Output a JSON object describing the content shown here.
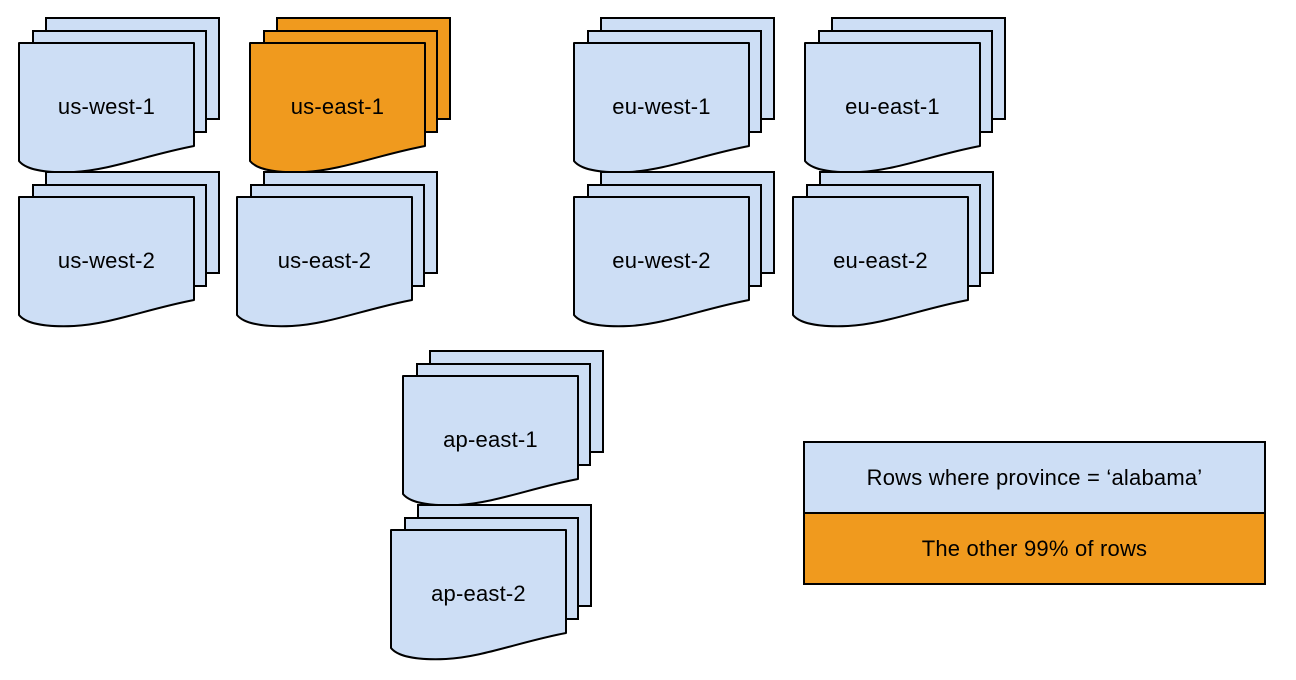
{
  "canvas": {
    "background": "#ffffff"
  },
  "colors": {
    "doc_blue": "#CDDEF5",
    "doc_orange": "#F09A1E",
    "stroke": "#000000",
    "text": "#000000"
  },
  "stacks": [
    {
      "id": "us-west-1",
      "label": "us-west-1",
      "variant": "blue",
      "sheets": 3
    },
    {
      "id": "us-east-1",
      "label": "us-east-1",
      "variant": "orange",
      "sheets": 3
    },
    {
      "id": "eu-west-1",
      "label": "eu-west-1",
      "variant": "blue",
      "sheets": 3
    },
    {
      "id": "eu-east-1",
      "label": "eu-east-1",
      "variant": "blue",
      "sheets": 3
    },
    {
      "id": "us-west-2",
      "label": "us-west-2",
      "variant": "blue",
      "sheets": 3
    },
    {
      "id": "us-east-2",
      "label": "us-east-2",
      "variant": "blue",
      "sheets": 3
    },
    {
      "id": "eu-west-2",
      "label": "eu-west-2",
      "variant": "blue",
      "sheets": 3
    },
    {
      "id": "eu-east-2",
      "label": "eu-east-2",
      "variant": "blue",
      "sheets": 3
    },
    {
      "id": "ap-east-1",
      "label": "ap-east-1",
      "variant": "blue",
      "sheets": 3
    },
    {
      "id": "ap-east-2",
      "label": "ap-east-2",
      "variant": "blue",
      "sheets": 3
    }
  ],
  "legend": {
    "items": [
      {
        "label": "Rows where province = ‘alabama’",
        "variant": "blue"
      },
      {
        "label": "The other 99% of rows",
        "variant": "orange"
      }
    ]
  }
}
